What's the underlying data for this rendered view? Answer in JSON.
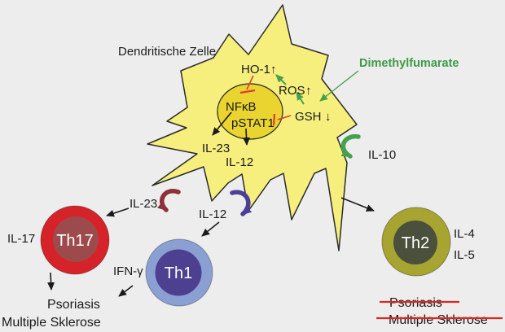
{
  "title": "Dendritische Zelle Signalweg Diagramm",
  "treatment": {
    "label": "Dimethylfumarate"
  },
  "dendritic_cell": {
    "label": "Dendritische Zelle",
    "nucleus": {
      "nfkb": "NFκB",
      "pstat1": "pSTAT1"
    },
    "molecules": {
      "ho1": {
        "label": "HO-1",
        "direction": "↑"
      },
      "ros": {
        "label": "ROS",
        "direction": "↑"
      },
      "gsh": {
        "label": "GSH",
        "direction": "↓"
      },
      "il23": "IL-23",
      "il12": "IL-12"
    }
  },
  "cytokines": {
    "il10": "IL-10",
    "il23": "IL-23",
    "il12": "IL-12",
    "il17": "IL-17",
    "ifn_gamma": "IFN-γ",
    "il4": "IL-4",
    "il5": "IL-5"
  },
  "t_cells": {
    "th17": {
      "label": "Th17"
    },
    "th1": {
      "label": "Th1"
    },
    "th2": {
      "label": "Th2"
    }
  },
  "outcomes": {
    "active": {
      "line1": "Psoriasis",
      "line2": "Multiple Sklerose"
    },
    "suppressed": {
      "line1": "Psoriasis",
      "line2": "Multiple Sklerose",
      "strikethrough": true
    }
  },
  "colors": {
    "background": "#ededed",
    "text": "#1a1a1a",
    "white_text": "#ffffff",
    "cell_fill": "#f6ef7d",
    "cell_stroke": "#2b2b2b",
    "nucleus_fill": "#e9d430",
    "green_text": "#3e9a47",
    "green_arrow": "#46a14e",
    "red_inhibit": "#e03c30",
    "red_strike": "#d42a20",
    "maroon_arrow": "#8e3039",
    "blue_arrow": "#4a3f99",
    "th17_outer": "#d62329",
    "th17_inner": "#9d4a4c",
    "th1_outer": "#8ba0d2",
    "th1_inner": "#4e4090",
    "th2_outer": "#a8a432",
    "th2_inner": "#4b503c"
  }
}
